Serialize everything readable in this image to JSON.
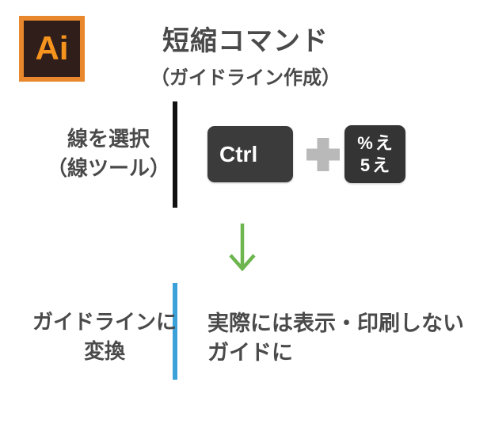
{
  "logo": {
    "text": "Ai"
  },
  "header": {
    "title": "短縮コマンド",
    "subtitle": "（ガイドライン作成）"
  },
  "step1": {
    "label_line1": "線を選択",
    "label_line2": "（線ツール）",
    "ctrl_key": "Ctrl",
    "key5_top": "%え",
    "key5_bottom": "5え"
  },
  "step2": {
    "label_line1": "ガイドラインに",
    "label_line2": "変換",
    "result_line1": "実際には表示・印刷しない",
    "result_line2": "ガイドに"
  },
  "icons": {
    "plus_icon": "+",
    "arrow_down_icon": "↓"
  },
  "colors": {
    "background": "#ffffff",
    "text": "#4a4a4a",
    "key_background": "#3b3b3b",
    "key_text": "#ffffff",
    "plus_gray": "#b9b9b9",
    "arrow_green": "#6db54f",
    "divider_black": "#111111",
    "divider_blue": "#3ba1d9",
    "logo_border": "#e8872b",
    "logo_background": "#301e1b",
    "logo_text": "#f7941e"
  }
}
